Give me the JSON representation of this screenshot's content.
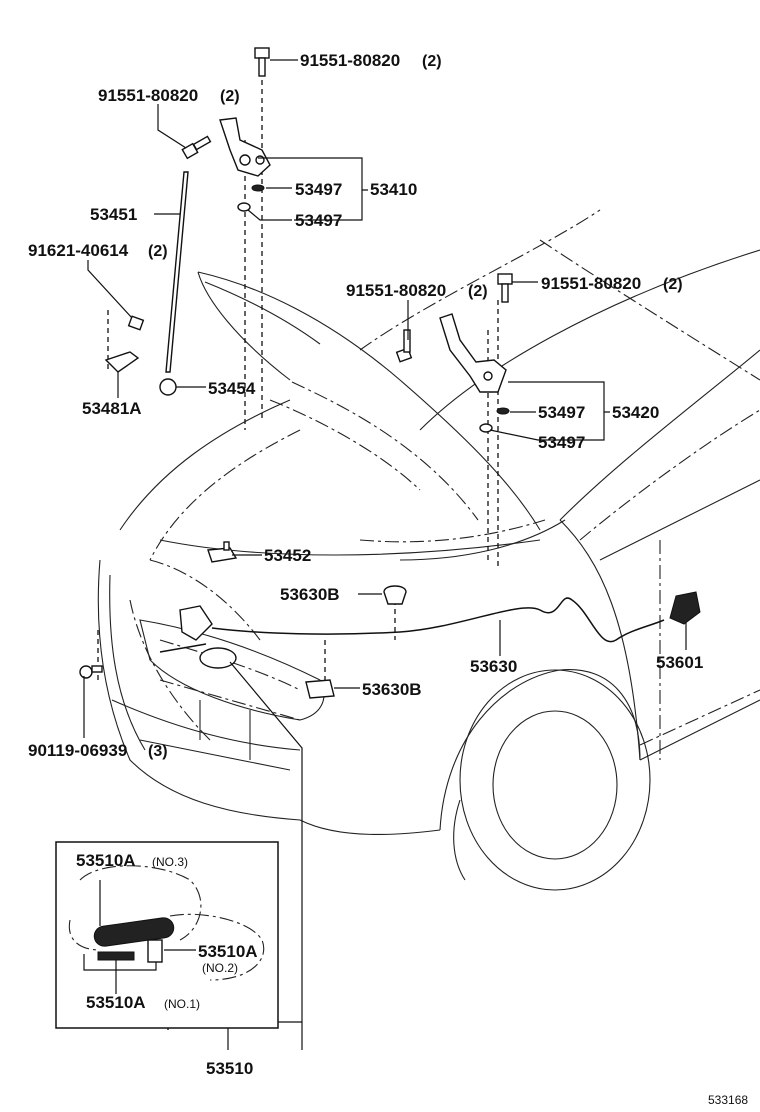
{
  "labels": {
    "bolt_top": "91551-80820",
    "bolt_top_qty": "(2)",
    "bolt_left": "91551-80820",
    "bolt_left_qty": "(2)",
    "washer_upper_left": "53497",
    "hinge_left": "53410",
    "washer_lower_left": "53497",
    "hood_support_rod": "53451",
    "bolt_rod": "91621-40614",
    "bolt_rod_qty": "(2)",
    "rod_holder": "53481A",
    "rod_clamp": "53454",
    "bolt_right_a": "91551-80820",
    "bolt_right_a_qty": "(2)",
    "bolt_right_b": "91551-80820",
    "bolt_right_b_qty": "(2)",
    "washer_upper_right": "53497",
    "hinge_right": "53420",
    "washer_lower_right": "53497",
    "lock_bracket": "53452",
    "cable_clamp_upper": "53630B",
    "release_cable": "53630",
    "release_lever": "53601",
    "cable_clamp_lower": "53630B",
    "screw": "90119-06939",
    "screw_qty": "(3)",
    "hood_lock": "53510",
    "inset_part_3": "53510A",
    "inset_part_3_note": "(NO.3)",
    "inset_part_2": "53510A",
    "inset_part_2_note": "(NO.2)",
    "inset_part_1": "53510A",
    "inset_part_1_note": "(NO.1)",
    "diagram_ref": "533168"
  }
}
